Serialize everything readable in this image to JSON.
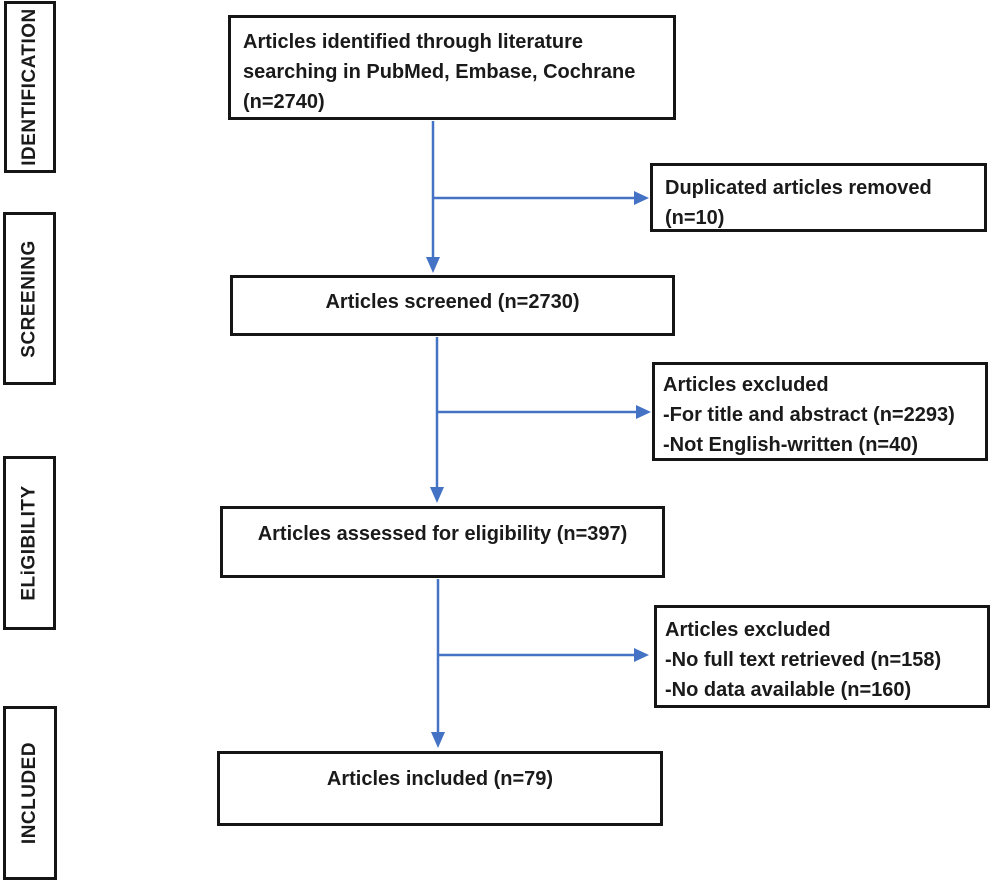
{
  "colors": {
    "arrow": "#4472C4",
    "border": "#151515",
    "background": "#ffffff",
    "text": "#1a1a1a"
  },
  "stages": [
    {
      "label": "IDENTIFICATION"
    },
    {
      "label": "SCREENING"
    },
    {
      "label": "ELiGIBILITY"
    },
    {
      "label": "INCLUDED"
    }
  ],
  "boxes": {
    "identified": {
      "lines": [
        "Articles identified through literature",
        "searching in PubMed, Embase, Cochrane",
        "(n=2740)"
      ]
    },
    "duplicates_removed": {
      "lines": [
        "Duplicated articles removed",
        "(n=10)"
      ]
    },
    "screened": {
      "lines": [
        "Articles screened (n=2730)"
      ]
    },
    "excluded_screening": {
      "lines": [
        "Articles excluded",
        "-For title and abstract (n=2293)",
        "-Not English-written (n=40)"
      ]
    },
    "assessed": {
      "lines": [
        "Articles assessed for eligibility (n=397)"
      ]
    },
    "excluded_eligibility": {
      "lines": [
        "Articles excluded",
        "-No full text retrieved (n=158)",
        "-No data available (n=160)"
      ]
    },
    "included": {
      "lines": [
        "Articles included (n=79)"
      ]
    }
  }
}
